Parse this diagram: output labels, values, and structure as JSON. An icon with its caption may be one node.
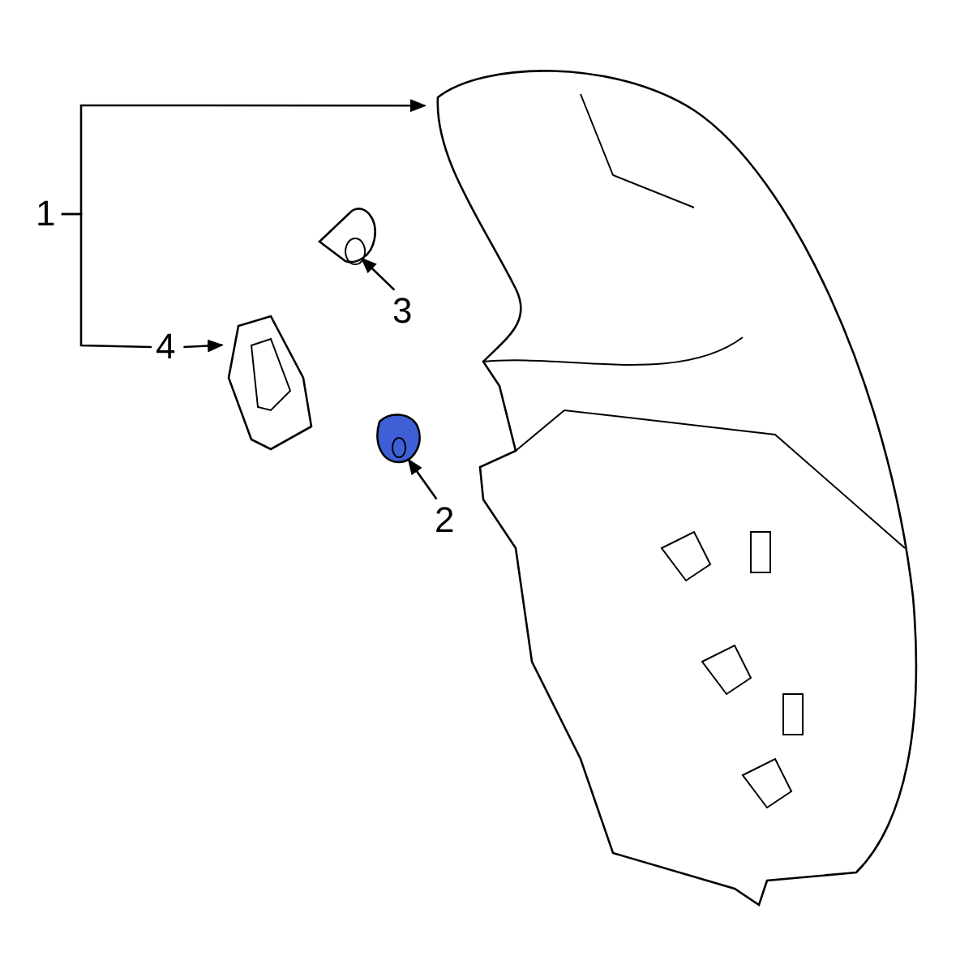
{
  "diagram": {
    "nodes": [
      {
        "text": [
          "1"
        ]
      },
      {
        "text": [],
        "shape": "picture"
      },
      {
        "text": [
          "3"
        ]
      },
      {
        "text": [],
        "shape": "picture"
      },
      {
        "text": [
          "4"
        ]
      },
      {
        "text": [],
        "shape": "picture"
      },
      {
        "text": [
          "2"
        ]
      },
      {
        "text": [],
        "shape": "picture"
      }
    ],
    "edges": [
      {
        "from": 0,
        "to": 1,
        "arrow": "to"
      },
      {
        "from": 0,
        "to": 4,
        "arrow": "none"
      },
      {
        "from": 2,
        "to": 3,
        "arrow": "to"
      },
      {
        "from": 4,
        "to": 5,
        "arrow": "to"
      },
      {
        "from": 6,
        "to": 7,
        "arrow": "to"
      }
    ]
  }
}
